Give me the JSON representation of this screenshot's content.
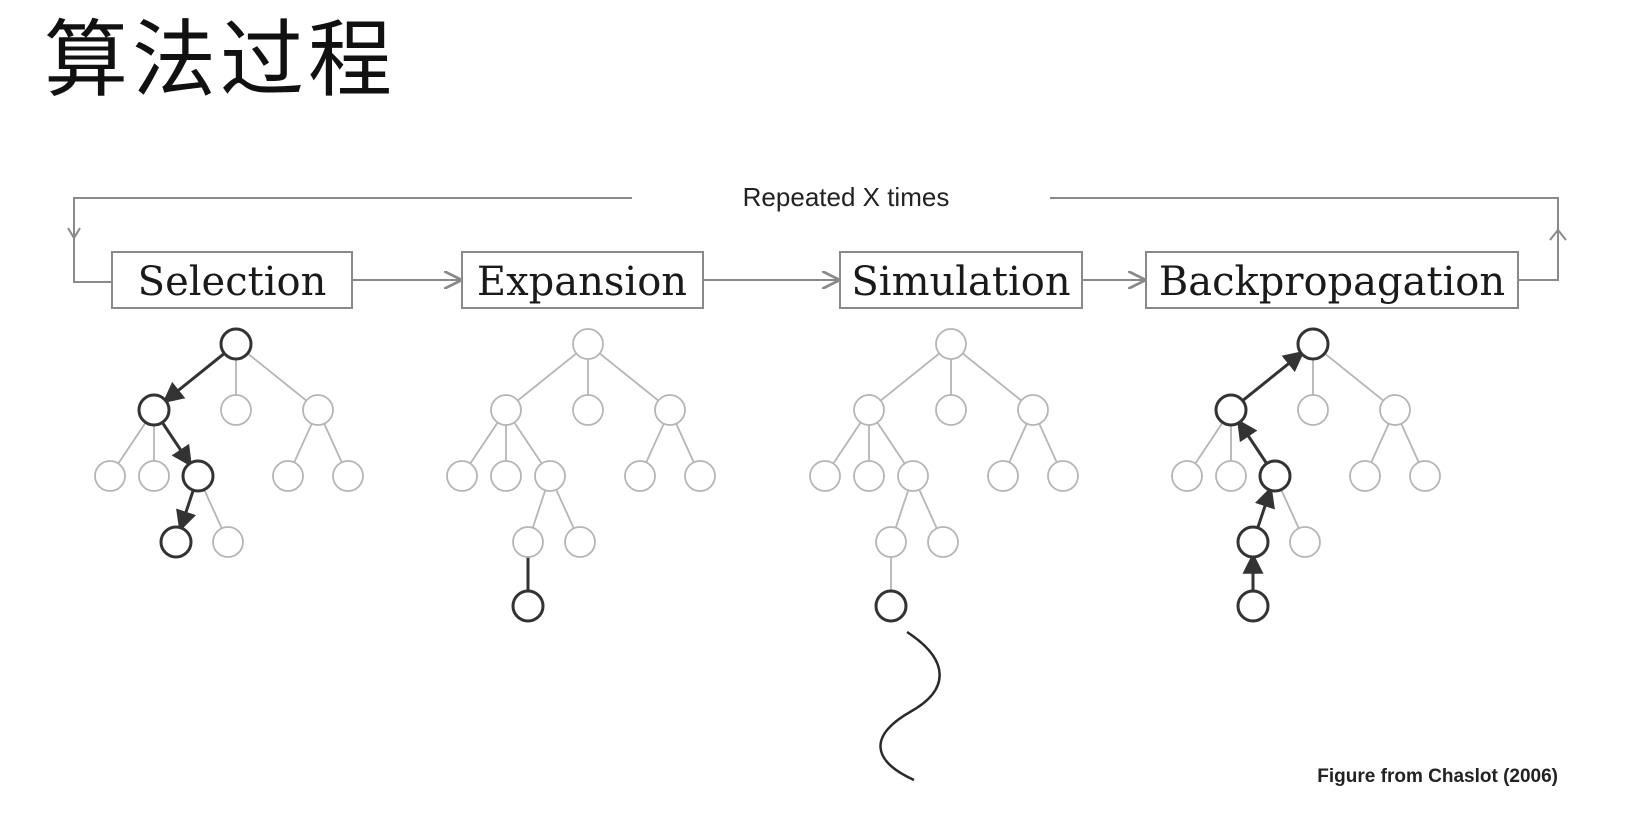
{
  "slide": {
    "title": "算法过程"
  },
  "diagram": {
    "loop_label": "Repeated X times",
    "credit": "Figure from Chaslot (2006)",
    "stages": [
      {
        "id": "selection",
        "label": "Selection"
      },
      {
        "id": "expansion",
        "label": "Expansion"
      },
      {
        "id": "simulation",
        "label": "Simulation"
      },
      {
        "id": "backpropagation",
        "label": "Backpropagation"
      }
    ]
  }
}
